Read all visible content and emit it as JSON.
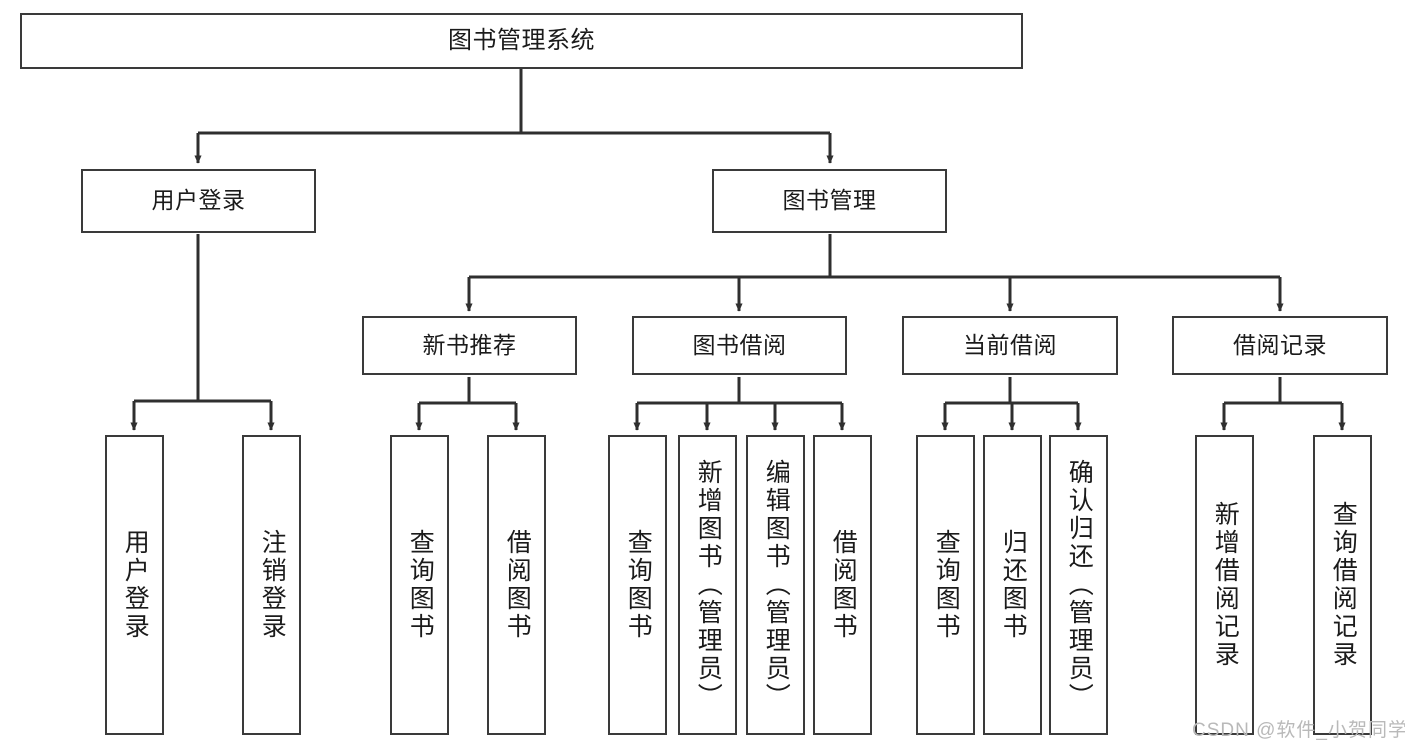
{
  "diagram": {
    "title": "图书管理系统",
    "watermark": "CSDN @软件_小贺同学",
    "colors": {
      "node_border": "#3a3a3a",
      "node_fill": "#ffffff",
      "edge": "#2f2f2f",
      "text": "#1b1b1b",
      "watermark": "#b9b9b9",
      "background": "#ffffff"
    },
    "nodes": {
      "root": {
        "label": "图书管理系统"
      },
      "level2": [
        {
          "label": "用户登录"
        },
        {
          "label": "图书管理"
        }
      ],
      "level3": [
        {
          "label": "新书推荐"
        },
        {
          "label": "图书借阅"
        },
        {
          "label": "当前借阅"
        },
        {
          "label": "借阅记录"
        }
      ],
      "leaves_user_login": [
        {
          "label": "用户登录"
        },
        {
          "label": "注销登录"
        }
      ],
      "leaves_new_book": [
        {
          "label": "查询图书"
        },
        {
          "label": "借阅图书"
        }
      ],
      "leaves_borrow": [
        {
          "label": "查询图书"
        },
        {
          "label": "新增图书（管理员）"
        },
        {
          "label": "编辑图书（管理员）"
        },
        {
          "label": "借阅图书"
        }
      ],
      "leaves_current": [
        {
          "label": "查询图书"
        },
        {
          "label": "归还图书"
        },
        {
          "label": "确认归还（管理员）"
        }
      ],
      "leaves_record": [
        {
          "label": "新增借阅记录"
        },
        {
          "label": "查询借阅记录"
        }
      ]
    }
  }
}
